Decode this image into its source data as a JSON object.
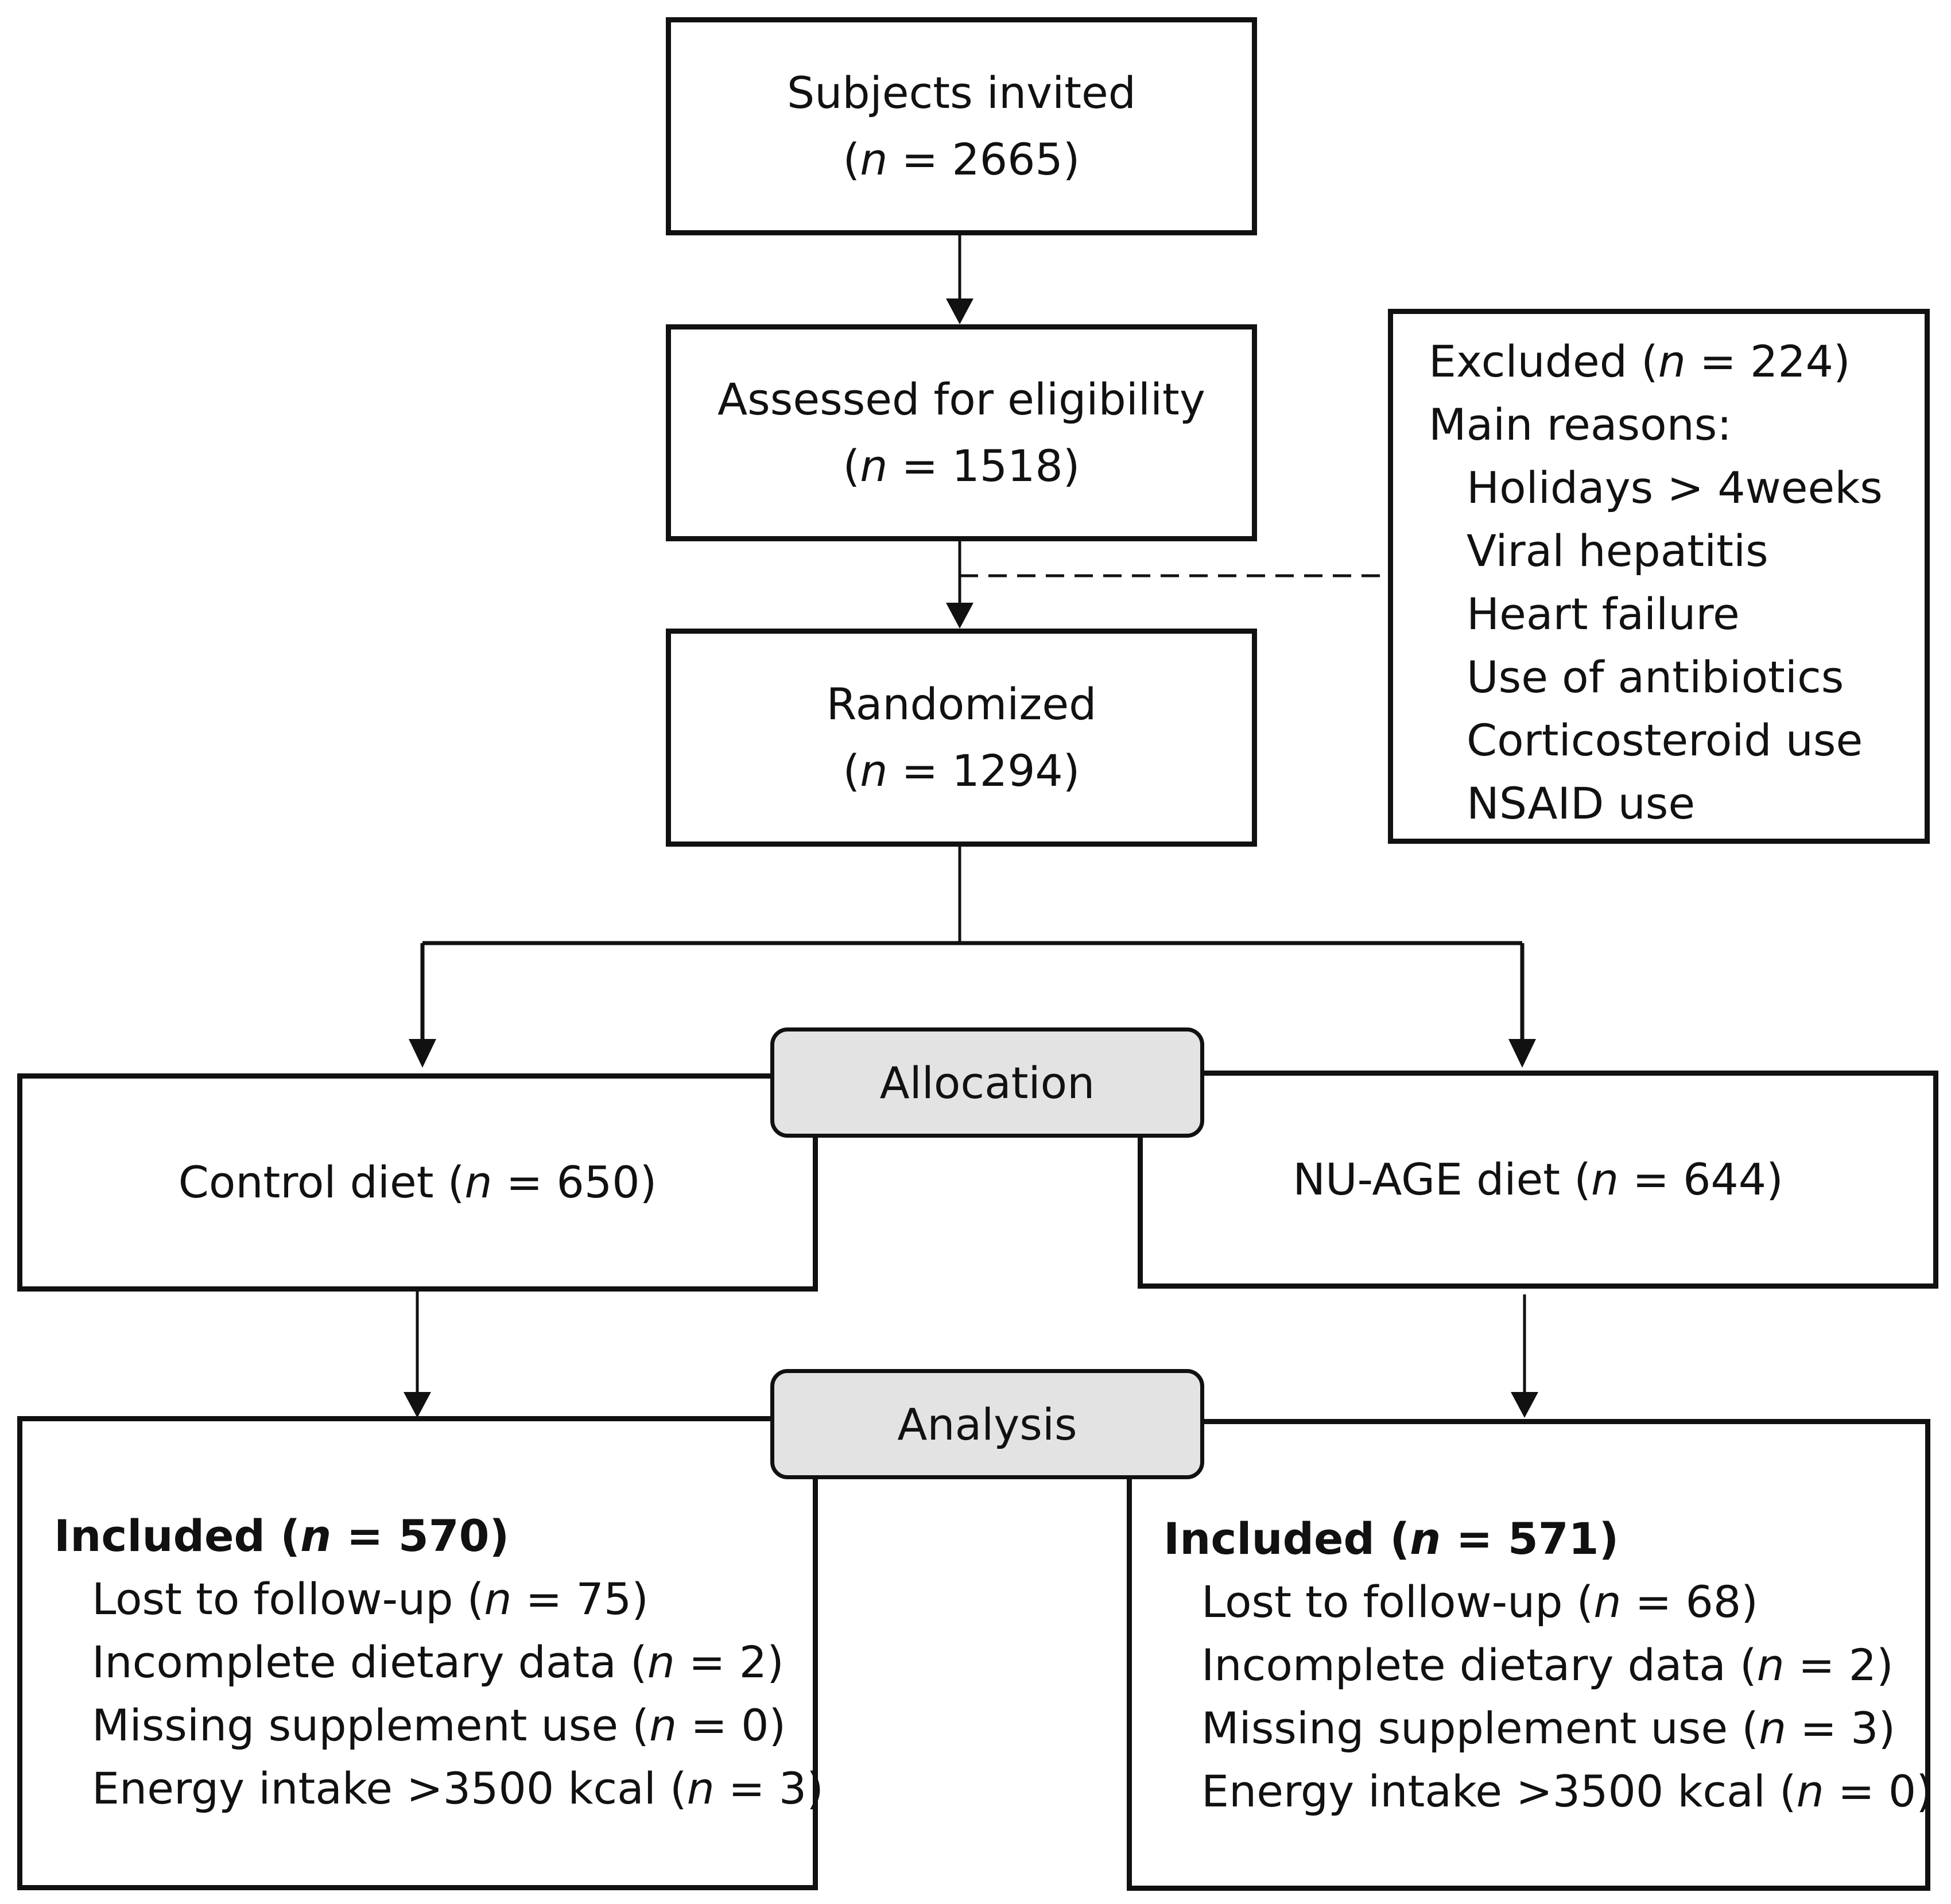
{
  "colors": {
    "line": "#111111",
    "stage_fill": "#e3e3e3",
    "background": "#ffffff"
  },
  "invited": {
    "label": "Subjects invited",
    "n": "2665"
  },
  "assessed": {
    "label": "Assessed for eligibility",
    "n": "1518"
  },
  "randomized": {
    "label": "Randomized",
    "n": "1294"
  },
  "excluded": {
    "label": "Excluded",
    "n": "224",
    "reasons_title": "Main reasons:",
    "reasons": [
      "Holidays > 4weeks",
      "Viral hepatitis",
      "Heart failure",
      "Use of antibiotics",
      "Corticosteroid use",
      "NSAID use"
    ]
  },
  "stages": {
    "allocation": "Allocation",
    "analysis": "Analysis"
  },
  "control": {
    "label": "Control diet",
    "n": "650",
    "included_label": "Included",
    "included_n": "570",
    "details": [
      {
        "label": "Lost to follow-up",
        "n": "75"
      },
      {
        "label": "Incomplete dietary data",
        "n": "2"
      },
      {
        "label": "Missing supplement use",
        "n": "0"
      },
      {
        "label": "Energy intake >3500 kcal",
        "n": "3"
      }
    ]
  },
  "nuage": {
    "label": "NU-AGE diet",
    "n": "644",
    "included_label": "Included",
    "included_n": "571",
    "details": [
      {
        "label": "Lost to follow-up",
        "n": "68"
      },
      {
        "label": "Incomplete dietary data",
        "n": "2"
      },
      {
        "label": "Missing supplement use",
        "n": "3"
      },
      {
        "label": "Energy intake >3500 kcal",
        "n": "0"
      }
    ]
  }
}
